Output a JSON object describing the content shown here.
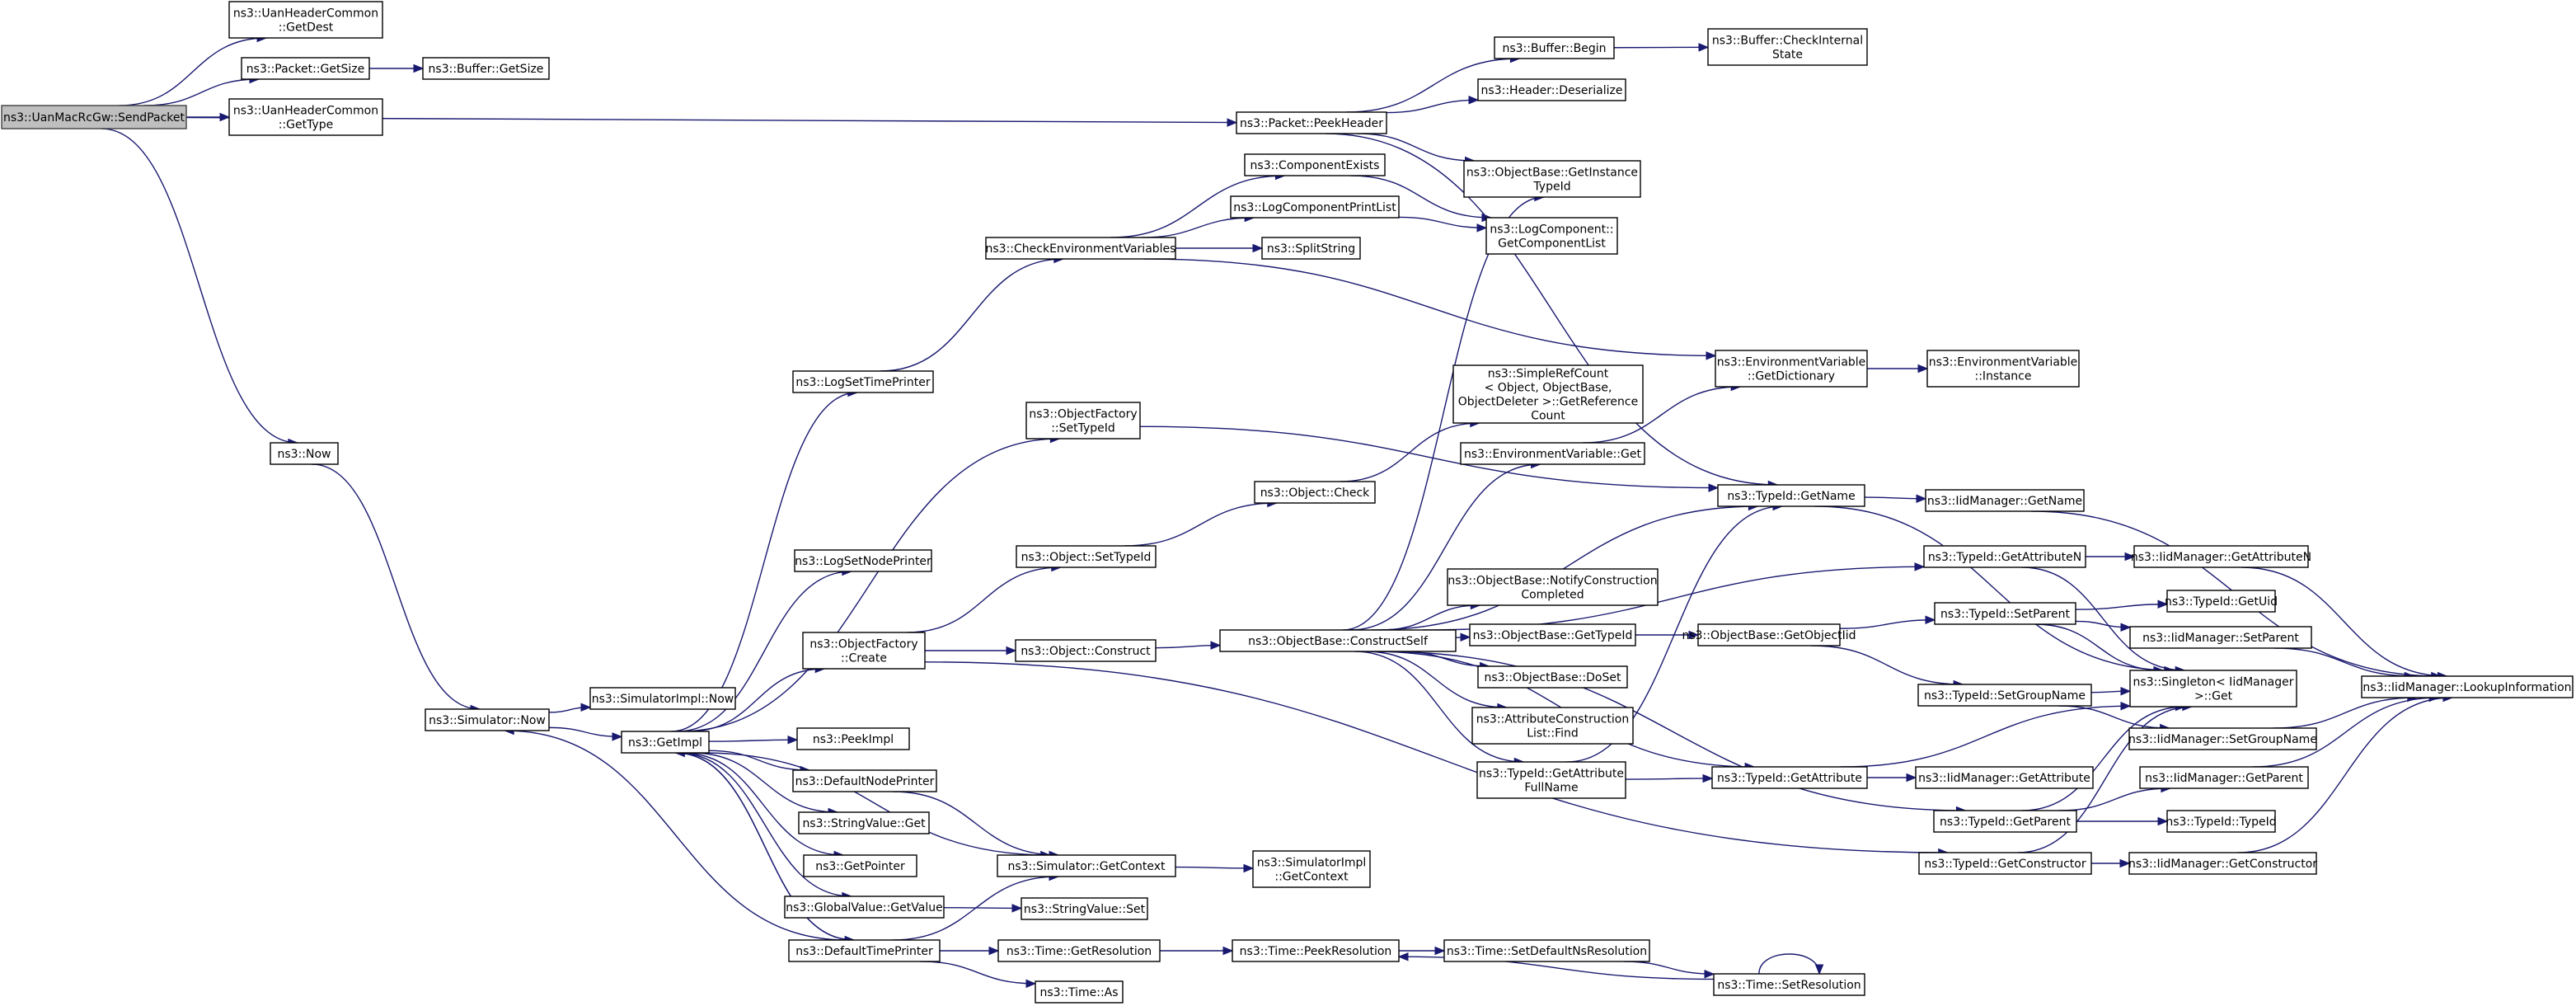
{
  "graph": {
    "type": "call-graph",
    "colors": {
      "edge": "#191970",
      "root_fill": "#bfbfbf",
      "node_border": "#000000"
    },
    "nodes": [
      {
        "id": "send",
        "lines": [
          "ns3::UanMacRcGw::SendPacket"
        ],
        "root": true
      },
      {
        "id": "getdest",
        "lines": [
          "ns3::UanHeaderCommon",
          "::GetDest"
        ]
      },
      {
        "id": "pktsize",
        "lines": [
          "ns3::Packet::GetSize"
        ]
      },
      {
        "id": "bufsize",
        "lines": [
          "ns3::Buffer::GetSize"
        ]
      },
      {
        "id": "gettype",
        "lines": [
          "ns3::UanHeaderCommon",
          "::GetType"
        ]
      },
      {
        "id": "peek",
        "lines": [
          "ns3::Packet::PeekHeader"
        ]
      },
      {
        "id": "bufbegin",
        "lines": [
          "ns3::Buffer::Begin"
        ]
      },
      {
        "id": "bufcheck",
        "lines": [
          "ns3::Buffer::CheckInternal",
          "State"
        ]
      },
      {
        "id": "deser",
        "lines": [
          "ns3::Header::Deserialize"
        ]
      },
      {
        "id": "getinst",
        "lines": [
          "ns3::ObjectBase::GetInstance",
          "TypeId"
        ]
      },
      {
        "id": "compexists",
        "lines": [
          "ns3::ComponentExists"
        ]
      },
      {
        "id": "logprint",
        "lines": [
          "ns3::LogComponentPrintList"
        ]
      },
      {
        "id": "getcomplist",
        "lines": [
          "ns3::LogComponent::",
          "GetComponentList"
        ]
      },
      {
        "id": "checkenv",
        "lines": [
          "ns3::CheckEnvironmentVariables"
        ]
      },
      {
        "id": "split",
        "lines": [
          "ns3::SplitString"
        ]
      },
      {
        "id": "envdict",
        "lines": [
          "ns3::EnvironmentVariable",
          "::GetDictionary"
        ]
      },
      {
        "id": "envinst",
        "lines": [
          "ns3::EnvironmentVariable",
          "::Instance"
        ]
      },
      {
        "id": "logtime",
        "lines": [
          "ns3::LogSetTimePrinter"
        ]
      },
      {
        "id": "setypeid",
        "lines": [
          "ns3::ObjectFactory",
          "::SetTypeId"
        ]
      },
      {
        "id": "refcount",
        "lines": [
          "ns3::SimpleRefCount",
          "< Object, ObjectBase,",
          "ObjectDeleter >::GetReference",
          "Count"
        ]
      },
      {
        "id": "envget",
        "lines": [
          "ns3::EnvironmentVariable::Get"
        ]
      },
      {
        "id": "now",
        "lines": [
          "ns3::Now"
        ]
      },
      {
        "id": "objcheck",
        "lines": [
          "ns3::Object::Check"
        ]
      },
      {
        "id": "getname",
        "lines": [
          "ns3::TypeId::GetName"
        ]
      },
      {
        "id": "iidgetname",
        "lines": [
          "ns3::IidManager::GetName"
        ]
      },
      {
        "id": "lognode",
        "lines": [
          "ns3::LogSetNodePrinter"
        ]
      },
      {
        "id": "objsettypeid",
        "lines": [
          "ns3::Object::SetTypeId"
        ]
      },
      {
        "id": "getattrn",
        "lines": [
          "ns3::TypeId::GetAttributeN"
        ]
      },
      {
        "id": "iidgetattrn",
        "lines": [
          "ns3::IidManager::GetAttributeN"
        ]
      },
      {
        "id": "notify",
        "lines": [
          "ns3::ObjectBase::NotifyConstruction",
          "Completed"
        ]
      },
      {
        "id": "setparent",
        "lines": [
          "ns3::TypeId::SetParent"
        ]
      },
      {
        "id": "getuid",
        "lines": [
          "ns3::TypeId::GetUid"
        ]
      },
      {
        "id": "ofcreate",
        "lines": [
          "ns3::ObjectFactory",
          "::Create"
        ]
      },
      {
        "id": "objconstruct",
        "lines": [
          "ns3::Object::Construct"
        ]
      },
      {
        "id": "constructself",
        "lines": [
          "ns3::ObjectBase::ConstructSelf"
        ]
      },
      {
        "id": "obgettypeid",
        "lines": [
          "ns3::ObjectBase::GetTypeId"
        ]
      },
      {
        "id": "getobjtid",
        "lines": [
          "ns3::ObjectBase::GetObjectIid"
        ]
      },
      {
        "id": "iidsetparent",
        "lines": [
          "ns3::IidManager::SetParent"
        ]
      },
      {
        "id": "lookup",
        "lines": [
          "ns3::IidManager::LookupInformation"
        ]
      },
      {
        "id": "dosetup",
        "lines": [
          "ns3::ObjectBase::DoSet"
        ]
      },
      {
        "id": "singleton",
        "lines": [
          "ns3::Singleton< IidManager",
          ">::Get"
        ]
      },
      {
        "id": "setgroup",
        "lines": [
          "ns3::TypeId::SetGroupName"
        ]
      },
      {
        "id": "siminow",
        "lines": [
          "ns3::SimulatorImpl::Now"
        ]
      },
      {
        "id": "simnow",
        "lines": [
          "ns3::Simulator::Now"
        ]
      },
      {
        "id": "peekimpl",
        "lines": [
          "ns3::PeekImpl"
        ]
      },
      {
        "id": "attrfind",
        "lines": [
          "ns3::AttributeConstruction",
          "List::Find"
        ]
      },
      {
        "id": "getimpl",
        "lines": [
          "ns3::GetImpl"
        ]
      },
      {
        "id": "defnode",
        "lines": [
          "ns3::DefaultNodePrinter"
        ]
      },
      {
        "id": "iidsetgroup",
        "lines": [
          "ns3::IidManager::SetGroupName"
        ]
      },
      {
        "id": "getattrfull",
        "lines": [
          "ns3::TypeId::GetAttribute",
          "FullName"
        ]
      },
      {
        "id": "getattr",
        "lines": [
          "ns3::TypeId::GetAttribute"
        ]
      },
      {
        "id": "iidgetattr",
        "lines": [
          "ns3::IidManager::GetAttribute"
        ]
      },
      {
        "id": "iidgetparent",
        "lines": [
          "ns3::IidManager::GetParent"
        ]
      },
      {
        "id": "strget",
        "lines": [
          "ns3::StringValue::Get"
        ]
      },
      {
        "id": "getparent",
        "lines": [
          "ns3::TypeId::GetParent"
        ]
      },
      {
        "id": "tidtypeid",
        "lines": [
          "ns3::TypeId::TypeId"
        ]
      },
      {
        "id": "getptr",
        "lines": [
          "ns3::GetPointer"
        ]
      },
      {
        "id": "simctx",
        "lines": [
          "ns3::Simulator::GetContext"
        ]
      },
      {
        "id": "getctor",
        "lines": [
          "ns3::TypeId::GetConstructor"
        ]
      },
      {
        "id": "iidgetctor",
        "lines": [
          "ns3::IidManager::GetConstructor"
        ]
      },
      {
        "id": "simictx",
        "lines": [
          "ns3::SimulatorImpl",
          "::GetContext"
        ]
      },
      {
        "id": "gvget",
        "lines": [
          "ns3::GlobalValue::GetValue"
        ]
      },
      {
        "id": "strset",
        "lines": [
          "ns3::StringValue::Set"
        ]
      },
      {
        "id": "deftime",
        "lines": [
          "ns3::DefaultTimePrinter"
        ]
      },
      {
        "id": "timegetres",
        "lines": [
          "ns3::Time::GetResolution"
        ]
      },
      {
        "id": "peekres",
        "lines": [
          "ns3::Time::PeekResolution"
        ]
      },
      {
        "id": "setdefns",
        "lines": [
          "ns3::Time::SetDefaultNsResolution"
        ]
      },
      {
        "id": "setres",
        "lines": [
          "ns3::Time::SetResolution"
        ]
      },
      {
        "id": "timeas",
        "lines": [
          "ns3::Time::As"
        ]
      }
    ],
    "edges": [
      [
        "send",
        "getdest"
      ],
      [
        "send",
        "pktsize"
      ],
      [
        "send",
        "gettype"
      ],
      [
        "send",
        "peek"
      ],
      [
        "send",
        "now"
      ],
      [
        "pktsize",
        "bufsize"
      ],
      [
        "peek",
        "bufbegin"
      ],
      [
        "peek",
        "deser"
      ],
      [
        "peek",
        "getinst"
      ],
      [
        "peek",
        "getname"
      ],
      [
        "bufbegin",
        "bufcheck"
      ],
      [
        "now",
        "simnow"
      ],
      [
        "simnow",
        "siminow"
      ],
      [
        "simnow",
        "getimpl"
      ],
      [
        "getimpl",
        "logtime"
      ],
      [
        "getimpl",
        "setypeid"
      ],
      [
        "getimpl",
        "lognode"
      ],
      [
        "getimpl",
        "ofcreate"
      ],
      [
        "getimpl",
        "peekimpl"
      ],
      [
        "getimpl",
        "defnode"
      ],
      [
        "getimpl",
        "strget"
      ],
      [
        "getimpl",
        "getptr"
      ],
      [
        "getimpl",
        "simctx"
      ],
      [
        "getimpl",
        "gvget"
      ],
      [
        "getimpl",
        "deftime"
      ],
      [
        "logtime",
        "checkenv"
      ],
      [
        "checkenv",
        "compexists"
      ],
      [
        "checkenv",
        "logprint"
      ],
      [
        "checkenv",
        "split"
      ],
      [
        "checkenv",
        "envdict"
      ],
      [
        "compexists",
        "getcomplist"
      ],
      [
        "logprint",
        "getcomplist"
      ],
      [
        "envdict",
        "envinst"
      ],
      [
        "envget",
        "envdict"
      ],
      [
        "setypeid",
        "getname"
      ],
      [
        "ofcreate",
        "objsettypeid"
      ],
      [
        "ofcreate",
        "objconstruct"
      ],
      [
        "ofcreate",
        "getctor"
      ],
      [
        "objsettypeid",
        "objcheck"
      ],
      [
        "objcheck",
        "refcount"
      ],
      [
        "objconstruct",
        "constructself"
      ],
      [
        "constructself",
        "getinst"
      ],
      [
        "constructself",
        "envget"
      ],
      [
        "constructself",
        "getname"
      ],
      [
        "constructself",
        "getattrn"
      ],
      [
        "constructself",
        "notify"
      ],
      [
        "constructself",
        "obgettypeid"
      ],
      [
        "constructself",
        "dosetup"
      ],
      [
        "constructself",
        "attrfind"
      ],
      [
        "constructself",
        "getattrfull"
      ],
      [
        "constructself",
        "getattr"
      ],
      [
        "constructself",
        "getparent"
      ],
      [
        "getname",
        "iidgetname"
      ],
      [
        "getname",
        "singleton"
      ],
      [
        "iidgetname",
        "lookup"
      ],
      [
        "getattrn",
        "iidgetattrn"
      ],
      [
        "getattrn",
        "singleton"
      ],
      [
        "iidgetattrn",
        "lookup"
      ],
      [
        "obgettypeid",
        "getobjtid"
      ],
      [
        "getobjtid",
        "setparent"
      ],
      [
        "getobjtid",
        "setgroup"
      ],
      [
        "setparent",
        "getuid"
      ],
      [
        "setparent",
        "iidsetparent"
      ],
      [
        "setparent",
        "singleton"
      ],
      [
        "iidsetparent",
        "lookup"
      ],
      [
        "setgroup",
        "singleton"
      ],
      [
        "setgroup",
        "iidsetgroup"
      ],
      [
        "iidsetgroup",
        "lookup"
      ],
      [
        "getattrfull",
        "getname"
      ],
      [
        "getattrfull",
        "getattr"
      ],
      [
        "getattr",
        "iidgetattr"
      ],
      [
        "getattr",
        "singleton"
      ],
      [
        "getparent",
        "iidgetparent"
      ],
      [
        "getparent",
        "tidtypeid"
      ],
      [
        "getparent",
        "singleton"
      ],
      [
        "iidgetparent",
        "lookup"
      ],
      [
        "getctor",
        "iidgetctor"
      ],
      [
        "getctor",
        "singleton"
      ],
      [
        "iidgetctor",
        "lookup"
      ],
      [
        "defnode",
        "simctx"
      ],
      [
        "deftime",
        "simctx"
      ],
      [
        "simctx",
        "simictx"
      ],
      [
        "gvget",
        "strset"
      ],
      [
        "deftime",
        "timegetres"
      ],
      [
        "deftime",
        "timeas"
      ],
      [
        "deftime",
        "simnow"
      ],
      [
        "deftime",
        "getimpl"
      ],
      [
        "timegetres",
        "peekres"
      ],
      [
        "peekres",
        "setdefns"
      ],
      [
        "setdefns",
        "setres"
      ],
      [
        "setres",
        "peekres"
      ],
      [
        "setres",
        "setres"
      ]
    ]
  }
}
